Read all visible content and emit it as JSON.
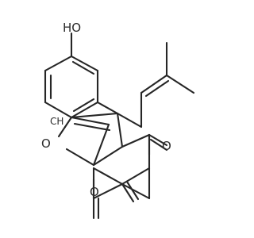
{
  "molecule": {
    "labels": {
      "hydroxyl": "HO",
      "ether_oxygen": "O",
      "methyl": "CH",
      "ketone_top": "O",
      "ketone_bottom": "O"
    }
  }
}
